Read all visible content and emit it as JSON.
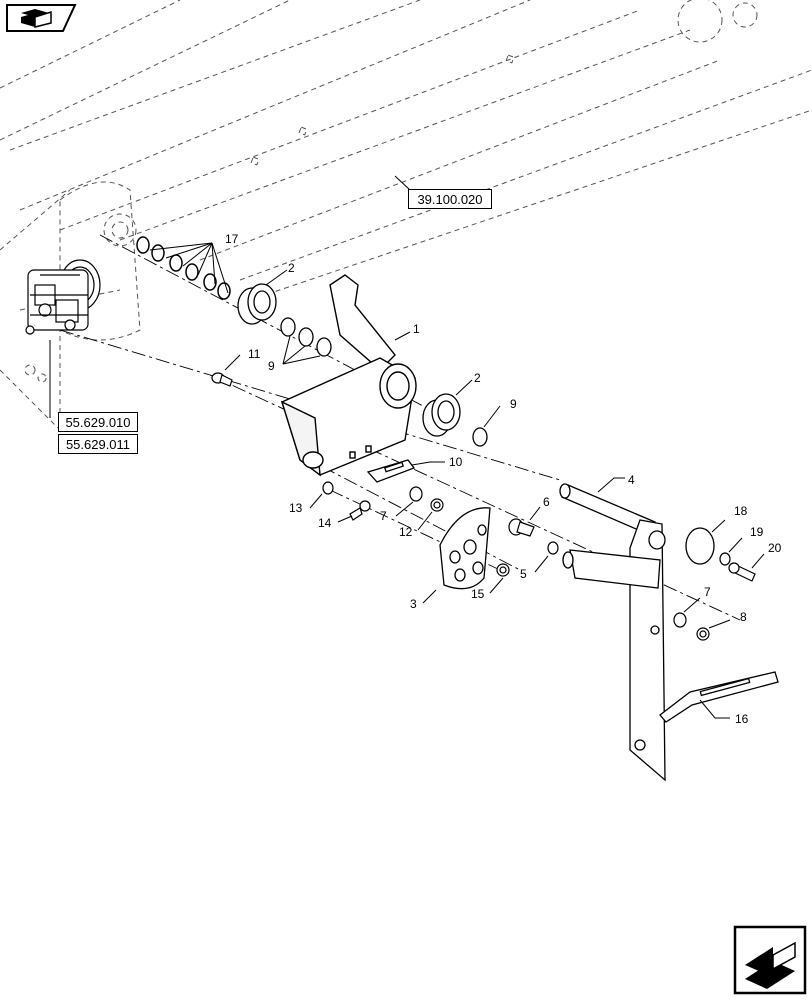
{
  "references": {
    "ref_39_100_020": "39.100.020",
    "ref_55_629_010": "55.629.010",
    "ref_55_629_011": "55.629.011"
  },
  "callouts": {
    "c1": "1",
    "c2a": "2",
    "c2b": "2",
    "c3": "3",
    "c4": "4",
    "c5": "5",
    "c6": "6",
    "c7a": "7",
    "c7b": "7",
    "c8": "8",
    "c9a": "9",
    "c9b": "9",
    "c10": "10",
    "c11": "11",
    "c12": "12",
    "c13": "13",
    "c14": "14",
    "c15": "15",
    "c16": "16",
    "c17": "17",
    "c18": "18",
    "c19": "19",
    "c20": "20"
  },
  "icons": {
    "top_left": "back-to-parent-icon",
    "bottom_right": "next-page-arrow-icon"
  }
}
